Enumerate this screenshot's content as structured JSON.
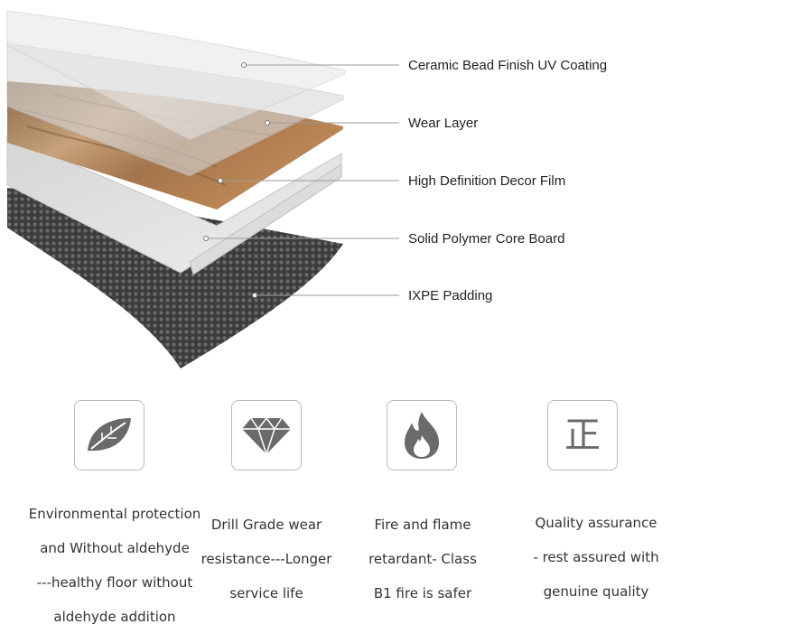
{
  "layers": [
    {
      "name": "Ceramic Bead Finish UV Coating"
    },
    {
      "name": "Wear Layer"
    },
    {
      "name": "High Definition Decor Film"
    },
    {
      "name": "Solid Polymer Core Board"
    },
    {
      "name": "IXPE Padding"
    }
  ],
  "features": [
    {
      "icon": "leaf-icon",
      "lines": [
        "Environmental protection",
        "and Without aldehyde",
        "---healthy floor without",
        "aldehyde addition"
      ]
    },
    {
      "icon": "diamond-icon",
      "lines": [
        "Drill Grade wear",
        "resistance---Longer",
        "service life"
      ]
    },
    {
      "icon": "flame-icon",
      "lines": [
        "Fire and flame",
        "retardant-   Class",
        "B1 fire is safer"
      ]
    },
    {
      "icon": "zheng-character-icon",
      "glyph": "正",
      "lines": [
        "Quality assurance",
        "-  rest assured with",
        "genuine quality"
      ]
    }
  ],
  "colors": {
    "icon": "#6a6a6a",
    "border": "#b9b9b9",
    "text": "#333333",
    "leader": "#9a9a9a"
  }
}
